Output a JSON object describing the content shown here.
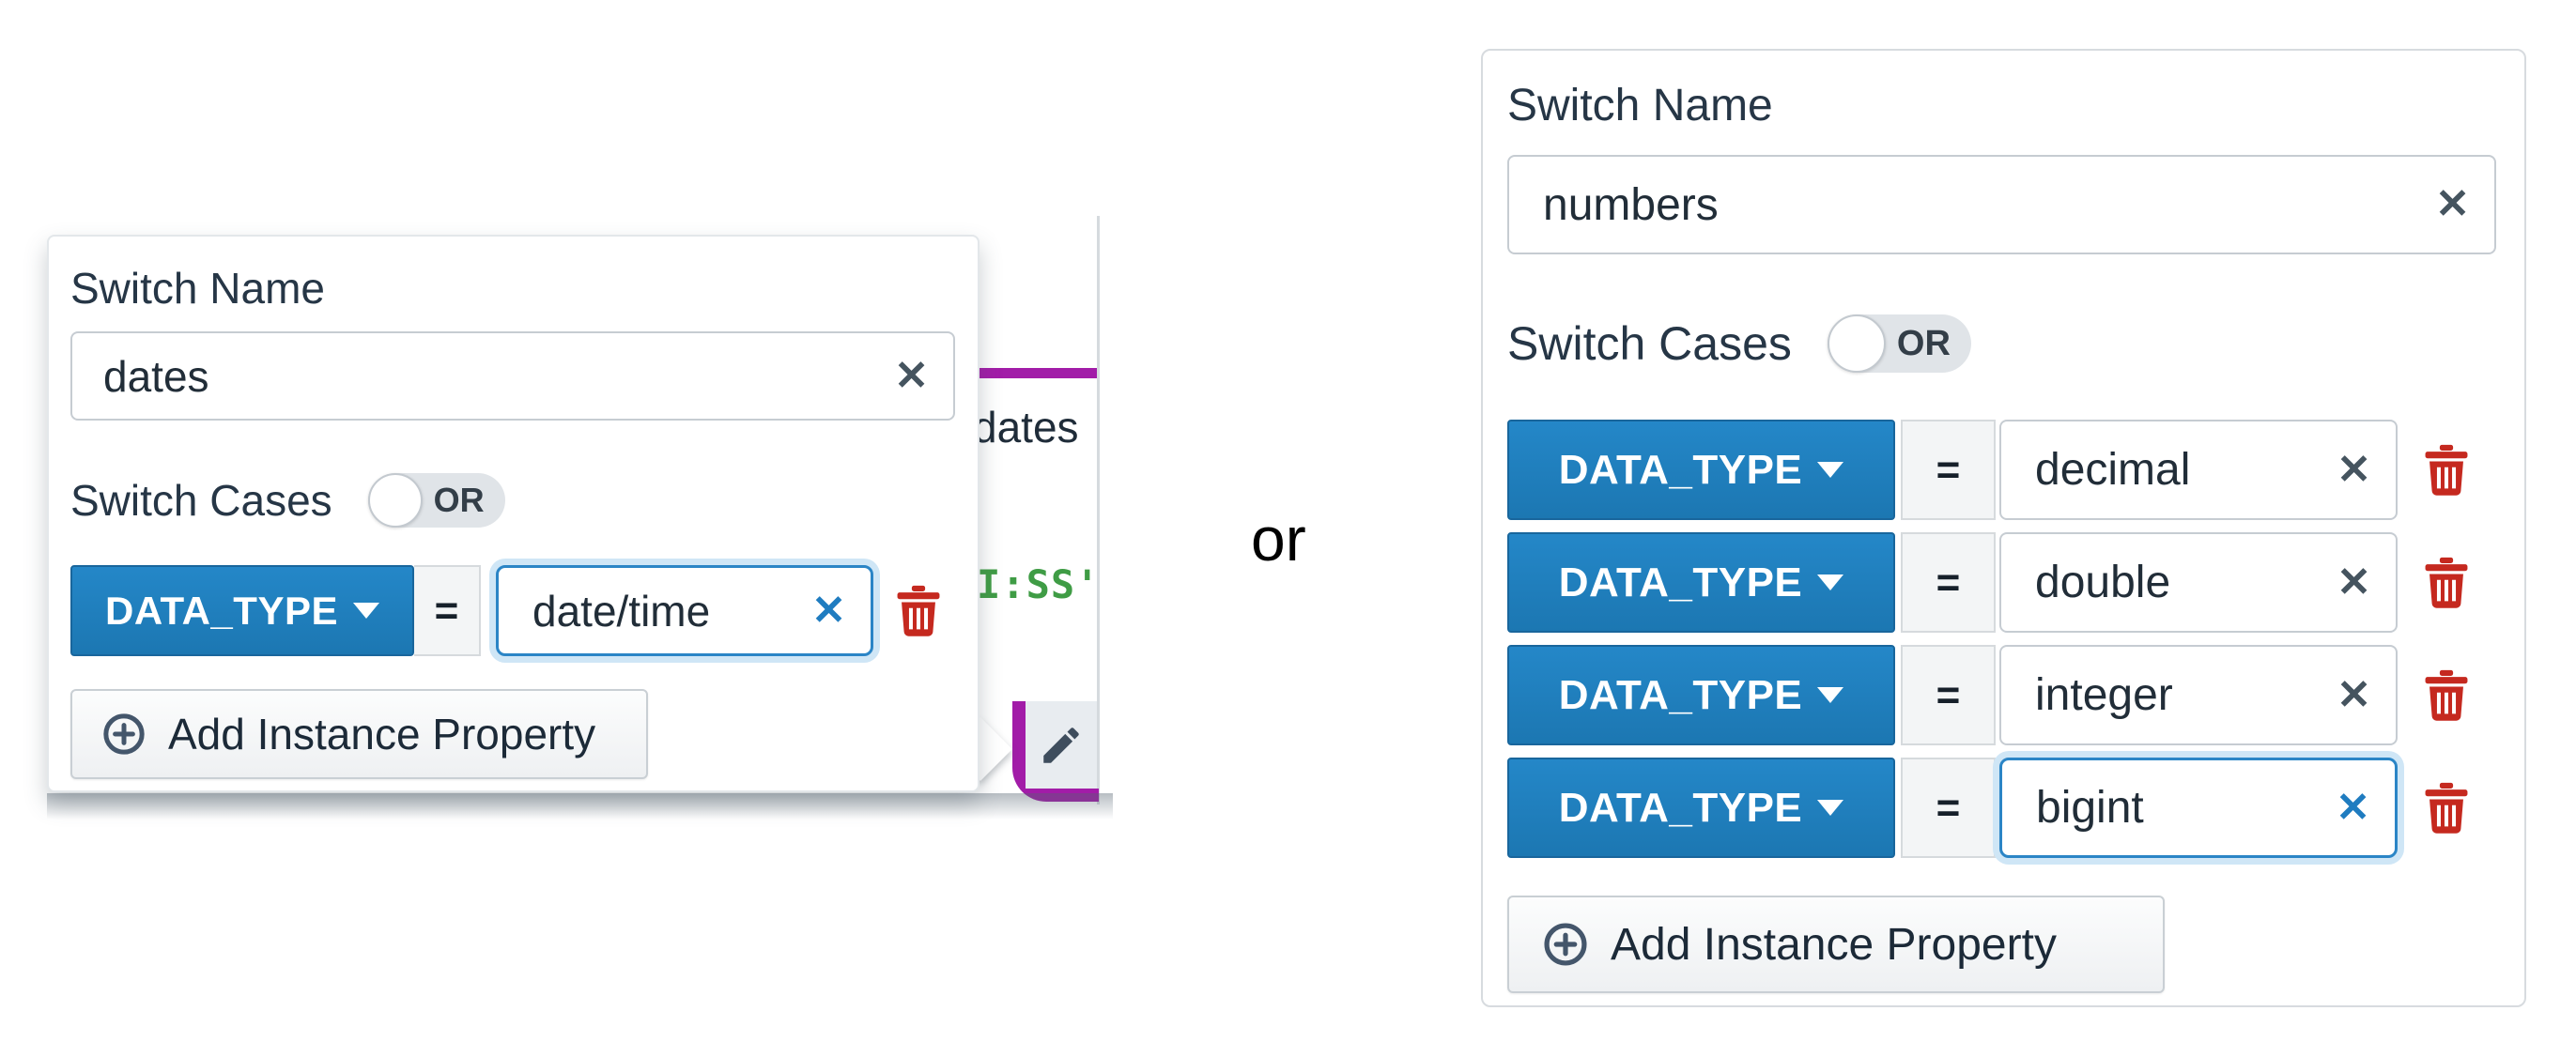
{
  "divider_label": "or",
  "background": {
    "node_title": "dates",
    "code_snippet": "I:SS'"
  },
  "icons": {
    "clear_glyph": "✕"
  },
  "colors": {
    "accent_blue": "#1f80c2",
    "focus_ring_blue": "#2b85c6",
    "danger_red": "#c5291f",
    "magenta_selection": "#a21ca8",
    "code_green": "#3f9c45"
  },
  "panels": [
    {
      "switch_name_label": "Switch Name",
      "switch_name_value": "dates",
      "switch_cases_label": "Switch Cases",
      "or_toggle_label": "OR",
      "or_toggle_on": false,
      "property_button_label": "DATA_TYPE",
      "operator": "=",
      "cases": [
        {
          "value": "date/time",
          "focused": true
        }
      ],
      "add_button_label": "Add Instance Property"
    },
    {
      "switch_name_label": "Switch Name",
      "switch_name_value": "numbers",
      "switch_cases_label": "Switch Cases",
      "or_toggle_label": "OR",
      "or_toggle_on": false,
      "property_button_label": "DATA_TYPE",
      "operator": "=",
      "cases": [
        {
          "value": "decimal",
          "focused": false
        },
        {
          "value": "double",
          "focused": false
        },
        {
          "value": "integer",
          "focused": false
        },
        {
          "value": "bigint",
          "focused": true
        }
      ],
      "add_button_label": "Add Instance Property"
    }
  ]
}
